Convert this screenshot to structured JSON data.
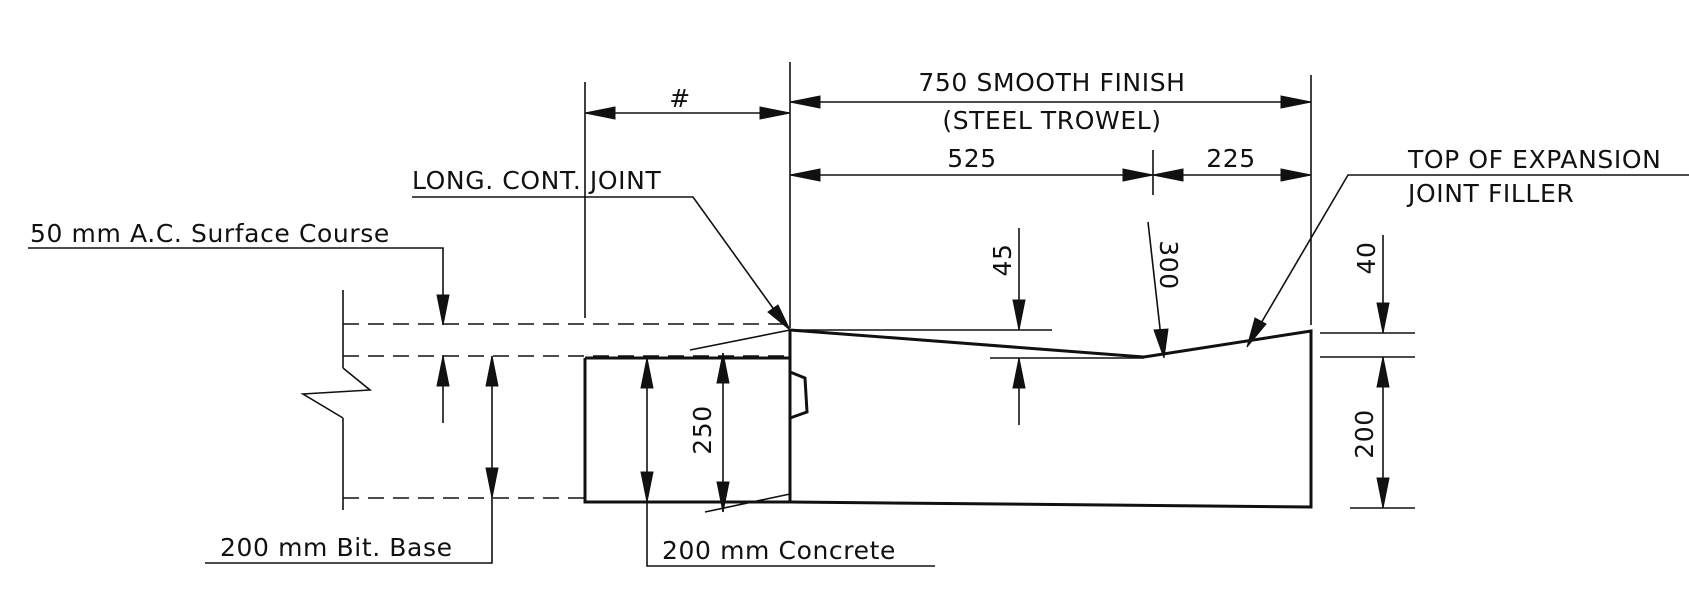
{
  "labels": {
    "hash_dim": "#",
    "smooth_finish": "750 SMOOTH FINISH",
    "steel_trowel": "(STEEL TROWEL)",
    "dim_525": "525",
    "dim_225": "225",
    "top_of_filler_line1": "TOP OF EXPANSION",
    "top_of_filler_line2": "JOINT FILLER",
    "long_cont_joint": "LONG. CONT. JOINT",
    "ac_surface_course": "50 mm A.C. Surface Course",
    "dim_45": "45",
    "dim_300": "300",
    "dim_40": "40",
    "dim_250": "250",
    "dim_200": "200",
    "bit_base": "200 mm Bit. Base",
    "concrete": "200 mm Concrete"
  }
}
